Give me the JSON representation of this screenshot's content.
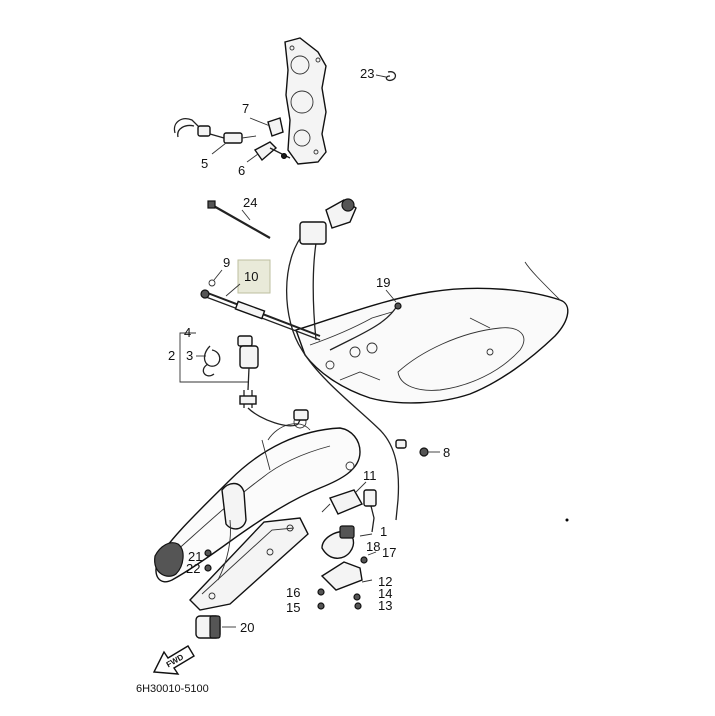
{
  "diagram": {
    "catalog_code": "6H30010-5100",
    "fwd_label": "FWD",
    "callouts": [
      {
        "key": "c1",
        "label": "1"
      },
      {
        "key": "c2",
        "label": "2"
      },
      {
        "key": "c3",
        "label": "3"
      },
      {
        "key": "c4",
        "label": "4"
      },
      {
        "key": "c5",
        "label": "5"
      },
      {
        "key": "c6",
        "label": "6"
      },
      {
        "key": "c7",
        "label": "7"
      },
      {
        "key": "c8",
        "label": "8"
      },
      {
        "key": "c9",
        "label": "9"
      },
      {
        "key": "c10",
        "label": "10"
      },
      {
        "key": "c11",
        "label": "11"
      },
      {
        "key": "c12",
        "label": "12"
      },
      {
        "key": "c13",
        "label": "13"
      },
      {
        "key": "c14",
        "label": "14"
      },
      {
        "key": "c15",
        "label": "15"
      },
      {
        "key": "c16",
        "label": "16"
      },
      {
        "key": "c17",
        "label": "17"
      },
      {
        "key": "c18",
        "label": "18"
      },
      {
        "key": "c19",
        "label": "19"
      },
      {
        "key": "c20",
        "label": "20"
      },
      {
        "key": "c21",
        "label": "21"
      },
      {
        "key": "c22",
        "label": "22"
      },
      {
        "key": "c23",
        "label": "23"
      },
      {
        "key": "c24",
        "label": "24"
      }
    ],
    "highlighted_part": "10",
    "colors": {
      "line": "#222222",
      "highlight": "#e9ead9"
    }
  }
}
